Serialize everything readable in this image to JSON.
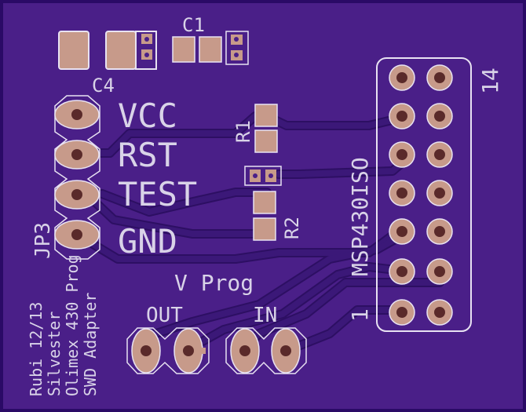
{
  "colors": {
    "board": "#4a1f88",
    "edge": "#2a0a66",
    "trace": "#3b1878",
    "trace_edge": "#2d0f63",
    "pad": "#c79a8a",
    "hole": "#5a2a2a",
    "silkscreen": "#d9d3e8"
  },
  "labels": {
    "c1": "C1",
    "c4": "C4",
    "r1": "R1",
    "r2": "R2",
    "jp3": "JP3",
    "vcc": "VCC",
    "rst": "RST",
    "test": "TEST",
    "gnd": "GND",
    "vprog": "V Prog",
    "out": "OUT",
    "in": "IN",
    "header": "MSP430ISO",
    "pin1": "1",
    "pin14": "14",
    "credit": [
      "Rubi 12/13",
      "Silvester",
      "Olimex 430 Prog",
      "SWD Adapter"
    ]
  }
}
